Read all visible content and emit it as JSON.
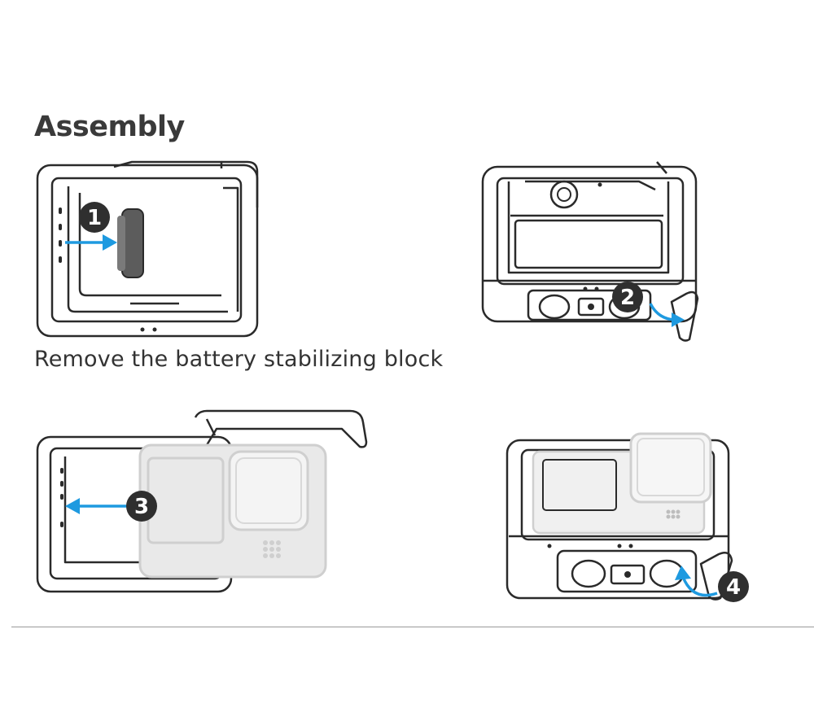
{
  "title": "Assembly",
  "caption": "Remove the battery stabilizing block",
  "steps": [
    {
      "number": "1"
    },
    {
      "number": "2"
    },
    {
      "number": "3"
    },
    {
      "number": "4"
    }
  ],
  "colors": {
    "arrow": "#1e9ae0",
    "badge": "#2f2f2f",
    "outline": "#2a2a2a",
    "camera": "#cfcfcf",
    "divider": "#9a9a9a"
  }
}
